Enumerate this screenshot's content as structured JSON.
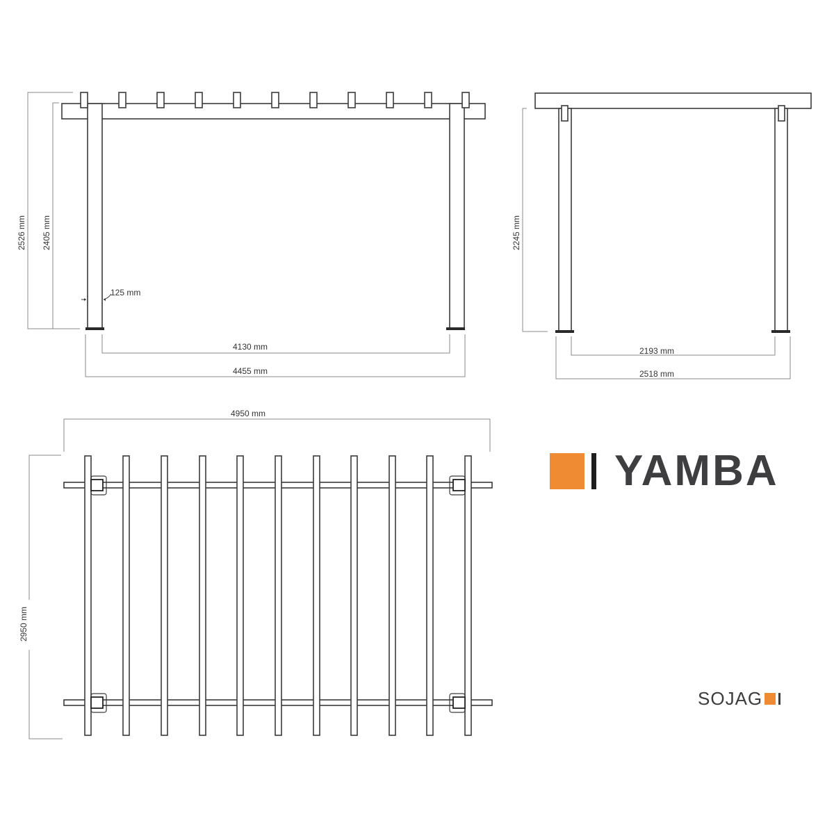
{
  "product": {
    "name": "YAMBA",
    "brand": "SOJAG",
    "accent_color": "#ef8c33",
    "text_color": "#3e3e40"
  },
  "front_view": {
    "overall_height": "2526 mm",
    "post_height": "2405 mm",
    "post_width": "125 mm",
    "inner_span": "4130 mm",
    "outer_span": "4455 mm",
    "rafter_count": 11
  },
  "side_view": {
    "post_height": "2245 mm",
    "inner_span": "2193 mm",
    "outer_span": "2518 mm"
  },
  "top_view": {
    "overall_length": "4950 mm",
    "overall_depth": "2950 mm",
    "rafter_count": 11,
    "beam_count": 2,
    "post_count": 4
  }
}
